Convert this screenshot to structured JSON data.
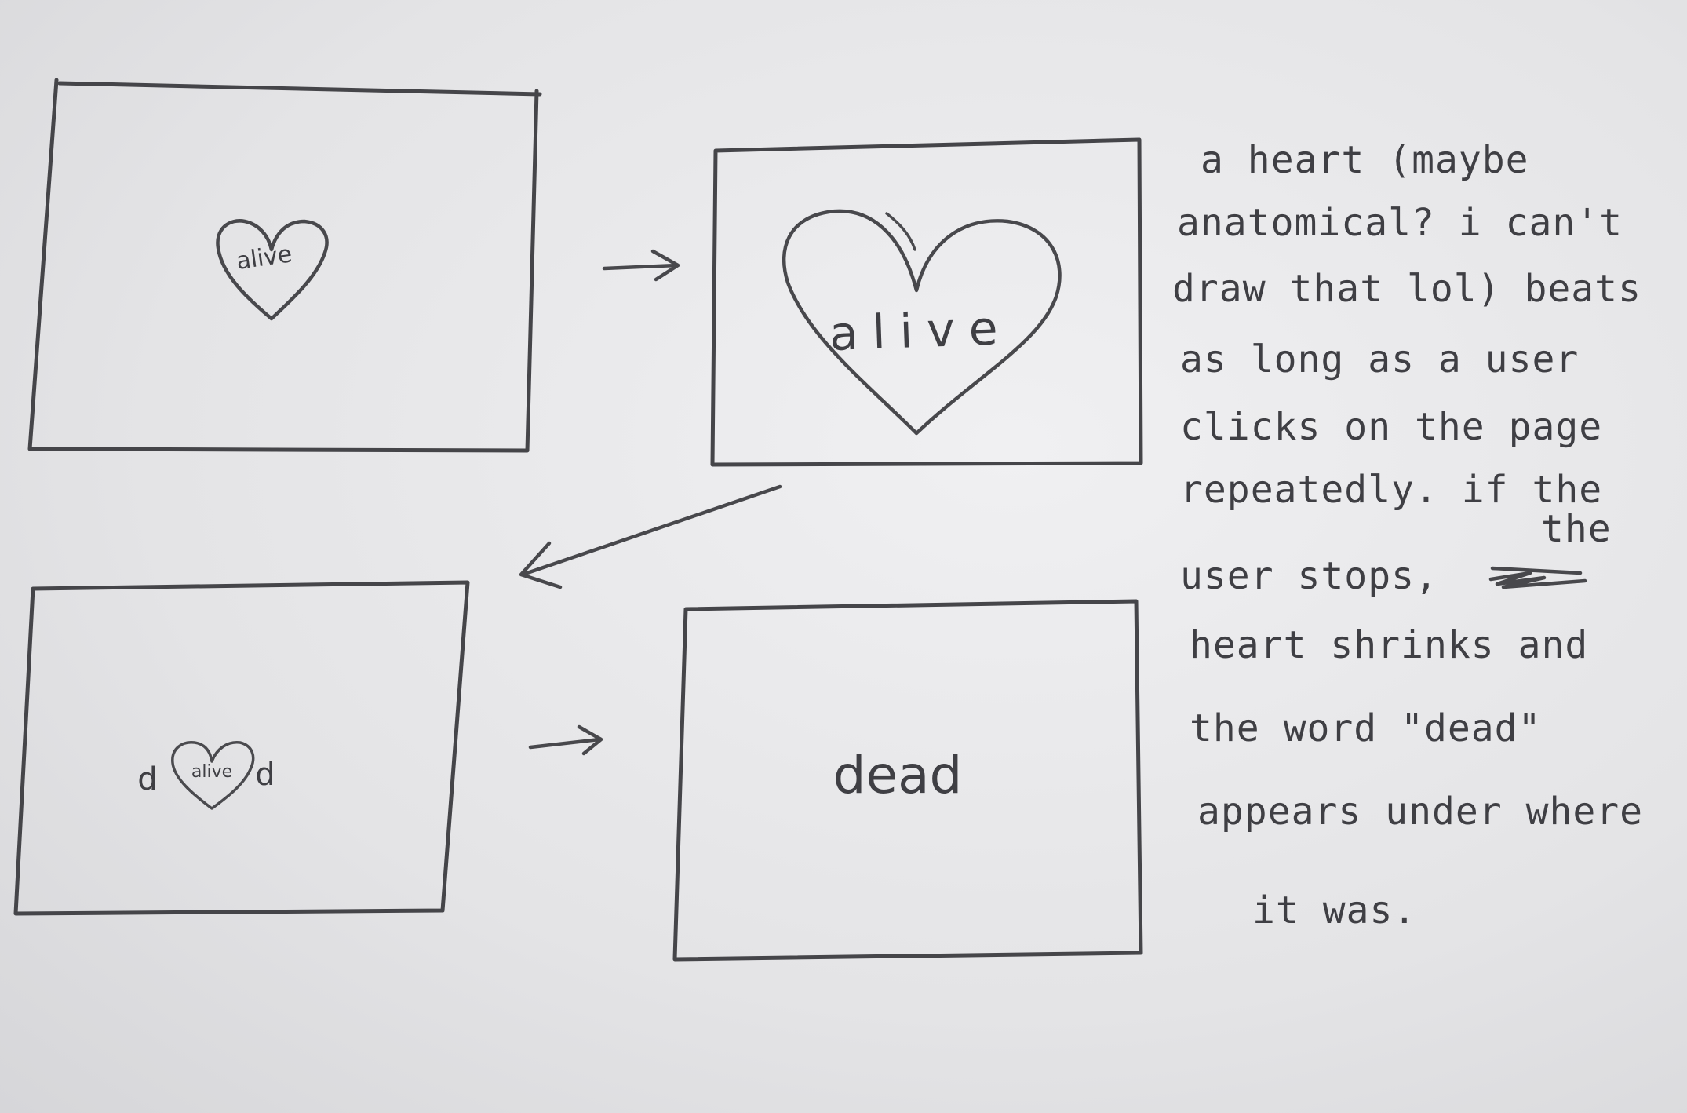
{
  "panels": {
    "panel1": {
      "label": "alive"
    },
    "panel2": {
      "label": "alive"
    },
    "panel3": {
      "label": "alive",
      "left_fragment": "d",
      "right_fragment": "d"
    },
    "panel4": {
      "label": "dead"
    }
  },
  "note": {
    "lines": [
      "a heart (maybe",
      "anatomical? i can't",
      "draw that lol) beats",
      "as long as a user",
      "clicks on the page",
      "repeatedly. if the",
      "the",
      "user stops,",
      "heart shrinks and",
      "the word \"dead\"",
      "appears under where",
      "it was."
    ]
  },
  "colors": {
    "paper": "#e6e6e8",
    "ink": "#454549"
  }
}
